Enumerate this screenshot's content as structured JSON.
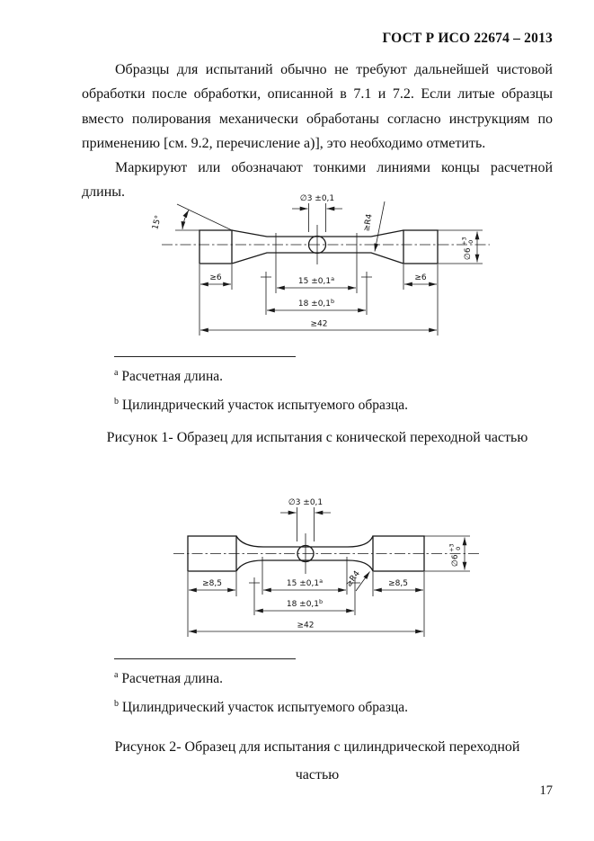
{
  "header": {
    "title": "ГОСТ Р ИСО 22674 – 2013"
  },
  "body": {
    "paragraph1": "Образцы для испытаний обычно не требуют дальнейшей чистовой обработки после обработки, описанной в 7.1 и 7.2. Если литые образцы вместо полирования механически обработаны согласно инструкциям по применению [см. 9.2, перечисление а)], это необходимо отметить.",
    "paragraph2": "Маркируют или обозначают тонкими линиями концы расчетной длины."
  },
  "figure1": {
    "dim_diameter_center": "∅3 ±0,1",
    "dim_angle": "15°",
    "dim_radius": "≥R4",
    "dim_diameter_end": "∅6",
    "dim_tol_plus": "+3",
    "dim_tol_zero": "0",
    "dim_grip_left": "≥6",
    "dim_grip_right": "≥6",
    "dim_gauge_value": "15 ±0,1",
    "dim_gauge_sup": "a",
    "dim_cyl_value": "18 ±0,1",
    "dim_cyl_sup": "b",
    "dim_total": "≥42",
    "footnotes": [
      {
        "marker": "a",
        "text": "Расчетная длина."
      },
      {
        "marker": "b",
        "text": "Цилиндрический участок испытуемого образца."
      }
    ],
    "caption": "Рисунок 1- Образец для испытания с конической переходной частью"
  },
  "figure2": {
    "dim_diameter_center": "∅3 ±0,1",
    "dim_radius": "≥R4",
    "dim_diameter_end": "∅6",
    "dim_tol_plus": "+3",
    "dim_tol_zero": "0",
    "dim_grip_left": "≥8,5",
    "dim_grip_right": "≥8,5",
    "dim_gauge_value": "15 ±0,1",
    "dim_gauge_sup": "a",
    "dim_cyl_value": "18 ±0,1",
    "dim_cyl_sup": "b",
    "dim_total": "≥42",
    "footnotes": [
      {
        "marker": "a",
        "text": "Расчетная длина."
      },
      {
        "marker": "b",
        "text": "Цилиндрический участок испытуемого образца."
      }
    ],
    "caption_line1": "Рисунок 2- Образец для испытания с цилиндрической переходной",
    "caption_line2": "частью"
  },
  "footer": {
    "page_number": "17"
  }
}
